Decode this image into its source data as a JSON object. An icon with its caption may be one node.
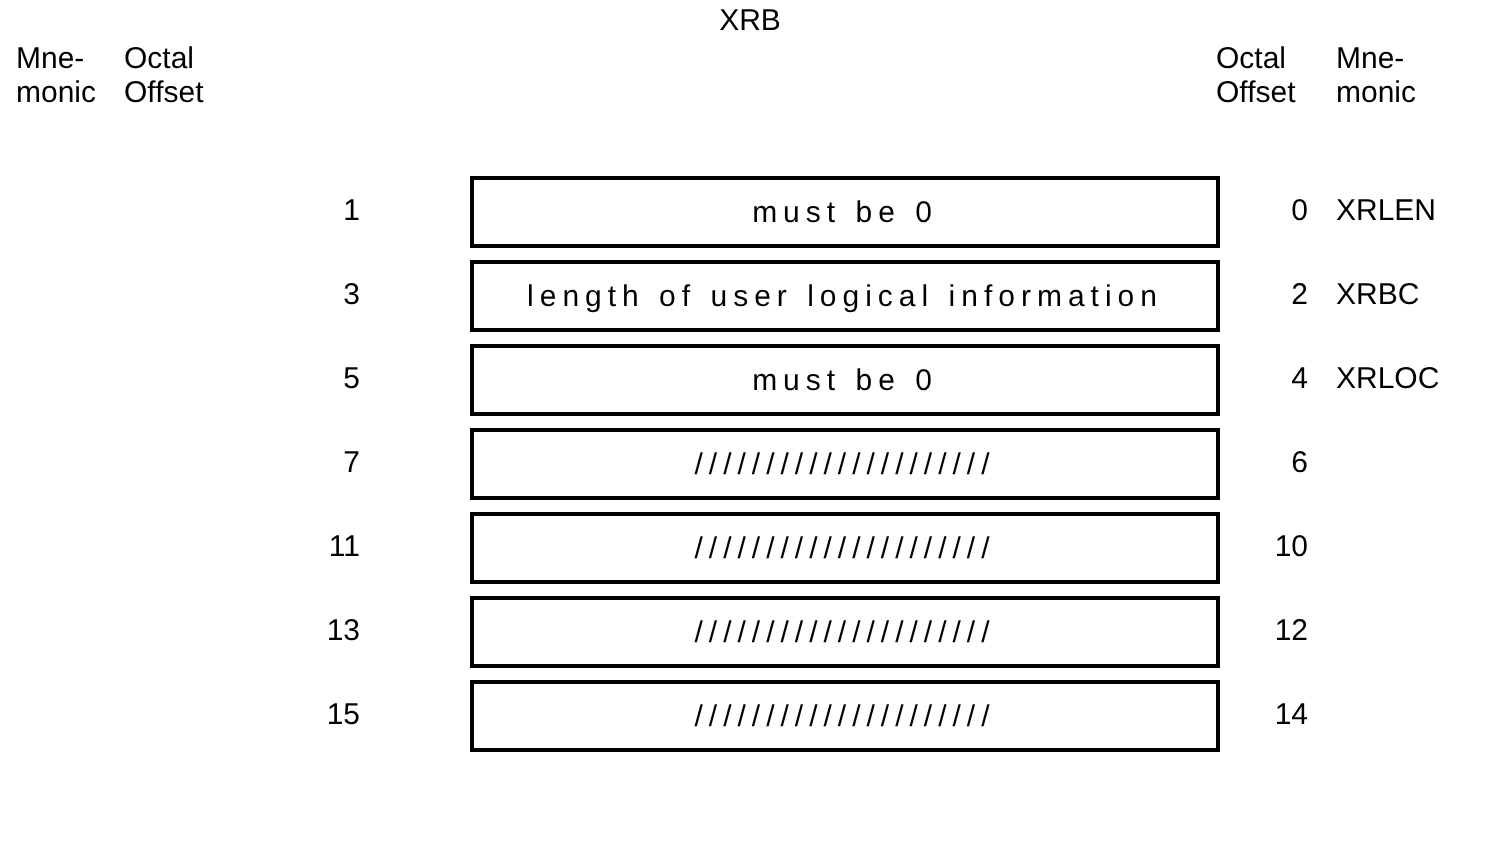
{
  "diagram": {
    "title": "XRB",
    "nodes": [
      {
        "text": [
          "must be 0"
        ],
        "beside": [
          "1",
          "0",
          "XRLEN"
        ]
      },
      {
        "text": [
          "length of user logical information"
        ],
        "beside": [
          "3",
          "2",
          "XRBC"
        ]
      },
      {
        "text": [
          "must be 0"
        ],
        "beside": [
          "5",
          "4",
          "XRLOC"
        ]
      },
      {
        "text": [
          "/////////////////////"
        ],
        "beside": [
          "7",
          "6"
        ]
      },
      {
        "text": [
          "/////////////////////"
        ],
        "beside": [
          "11",
          "10"
        ]
      },
      {
        "text": [
          "/////////////////////"
        ],
        "beside": [
          "13",
          "12"
        ]
      },
      {
        "text": [
          "/////////////////////"
        ],
        "beside": [
          "15",
          "14"
        ]
      }
    ],
    "labels": [
      "Mne- monic",
      "Octal Offset",
      "Octal Offset",
      "Mne- monic"
    ]
  }
}
